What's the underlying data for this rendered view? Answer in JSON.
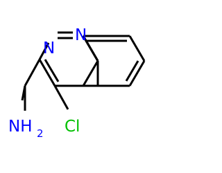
{
  "molecule": {
    "atoms": {
      "n_top": "N",
      "n_left": "N",
      "cl": "Cl",
      "nh2_main": "NH",
      "nh2_sub": "2"
    },
    "colors": {
      "nitrogen": "#0000ff",
      "chlorine": "#00c000",
      "bond": "#000000",
      "background": "#ffffff"
    }
  }
}
